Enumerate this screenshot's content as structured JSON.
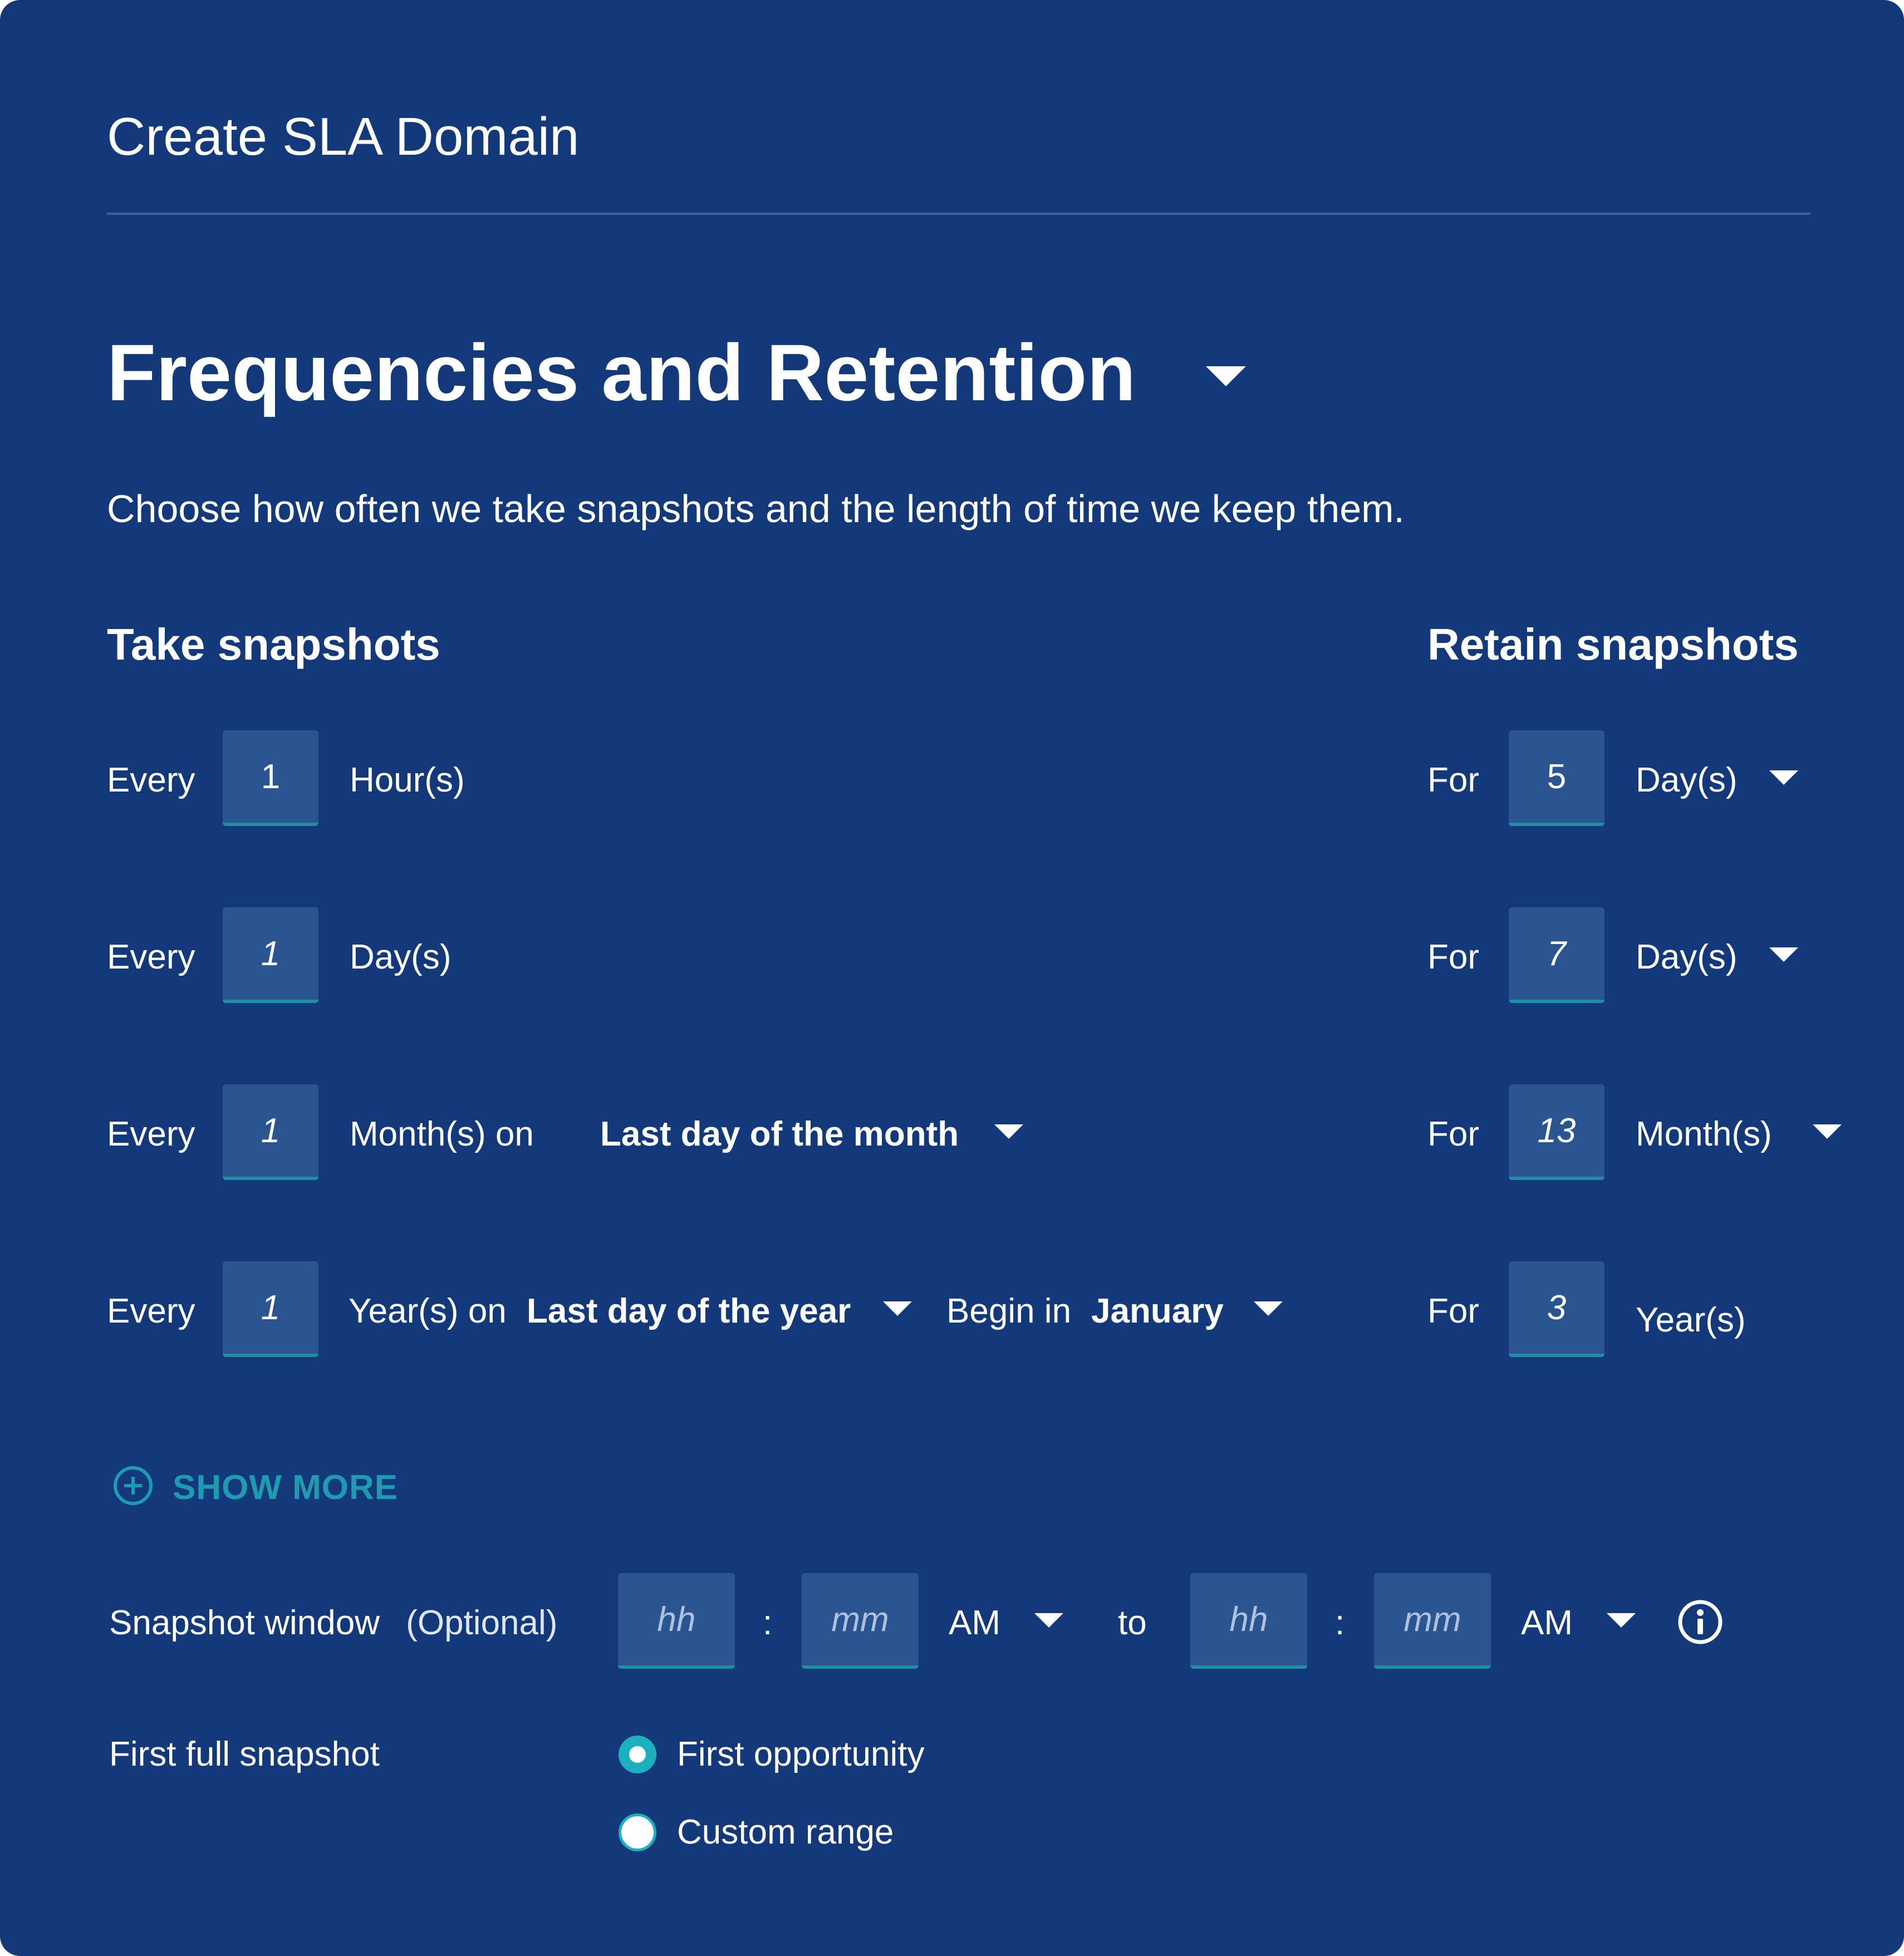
{
  "dialog": {
    "title": "Create SLA Domain"
  },
  "section": {
    "title": "Frequencies and Retention",
    "description": "Choose how often we take snapshots and the length of time we keep them."
  },
  "take": {
    "heading": "Take snapshots",
    "every_label": "Every",
    "hourly": {
      "value": "1",
      "unit": "Hour(s)"
    },
    "daily": {
      "value": "1",
      "unit": "Day(s)"
    },
    "monthly": {
      "value": "1",
      "unit": "Month(s) on",
      "day_select": "Last day of the month"
    },
    "yearly": {
      "value": "1",
      "unit": "Year(s) on",
      "day_select": "Last day of the year",
      "begin_label": "Begin in",
      "month_select": "January"
    }
  },
  "retain": {
    "heading": "Retain snapshots",
    "for_label": "For",
    "rows": [
      {
        "value": "5",
        "unit": "Day(s)"
      },
      {
        "value": "7",
        "unit": "Day(s)"
      },
      {
        "value": "13",
        "unit": "Month(s)"
      },
      {
        "value": "3",
        "unit": "Year(s)"
      }
    ]
  },
  "show_more": {
    "label": "SHOW MORE",
    "icon": "plus-circle-icon"
  },
  "snapshot_window": {
    "label": "Snapshot window",
    "optional": "(Optional)",
    "hh_placeholder": "hh",
    "mm_placeholder": "mm",
    "separator": ":",
    "start_ampm": "AM",
    "to_label": "to",
    "end_ampm": "AM",
    "icon": "info-icon"
  },
  "first_full": {
    "label": "First full snapshot",
    "options": [
      "First opportunity",
      "Custom range"
    ],
    "selected": "First opportunity"
  },
  "colors": {
    "panel": "#13397a",
    "input": "#2b5590",
    "accent": "#1e9bb0"
  }
}
